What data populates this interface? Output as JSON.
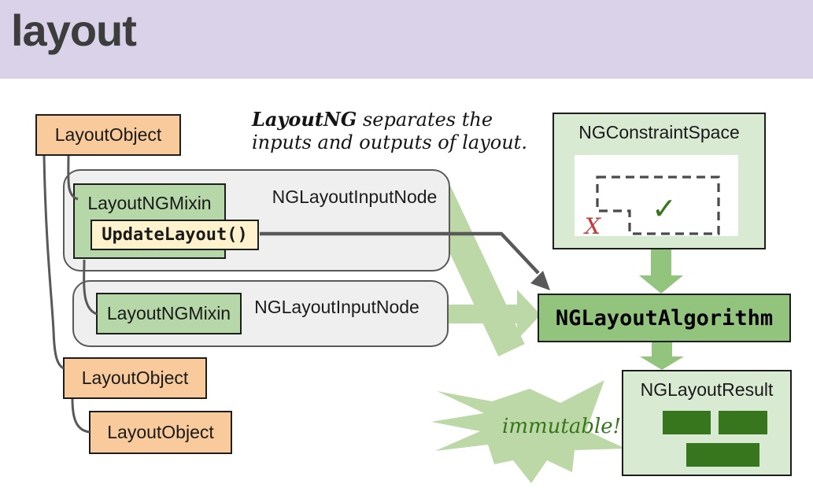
{
  "header": {
    "title": "layout"
  },
  "annotation": {
    "term": "LayoutNG",
    "line1_rest": " separates the",
    "line2": "inputs and outputs of layout."
  },
  "nodes": {
    "layout_object_1": "LayoutObject",
    "layout_object_2": "LayoutObject",
    "layout_object_3": "LayoutObject",
    "mixin_1": "LayoutNGMixin",
    "mixin_2": "LayoutNGMixin",
    "update_layout": "UpdateLayout()",
    "input_node_1": "NGLayoutInputNode",
    "input_node_2": "NGLayoutInputNode",
    "constraint_space": "NGConstraintSpace",
    "algorithm": "NGLayoutAlgorithm",
    "result": "NGLayoutResult",
    "immutable": "immutable!",
    "check_mark": "✓",
    "cross_mark": "X"
  },
  "colors": {
    "header_bg": "#d9d2e9",
    "orange_box": "#f9cb9c",
    "green_box": "#b6d7a8",
    "algorithm_green": "#93c47d",
    "pale_green": "#d9ead3",
    "dark_green": "#38761d",
    "cream": "#fff2cc",
    "band_green": "#bcd8a6",
    "connector_gray": "#595959",
    "cross_red": "#c23b3b"
  }
}
